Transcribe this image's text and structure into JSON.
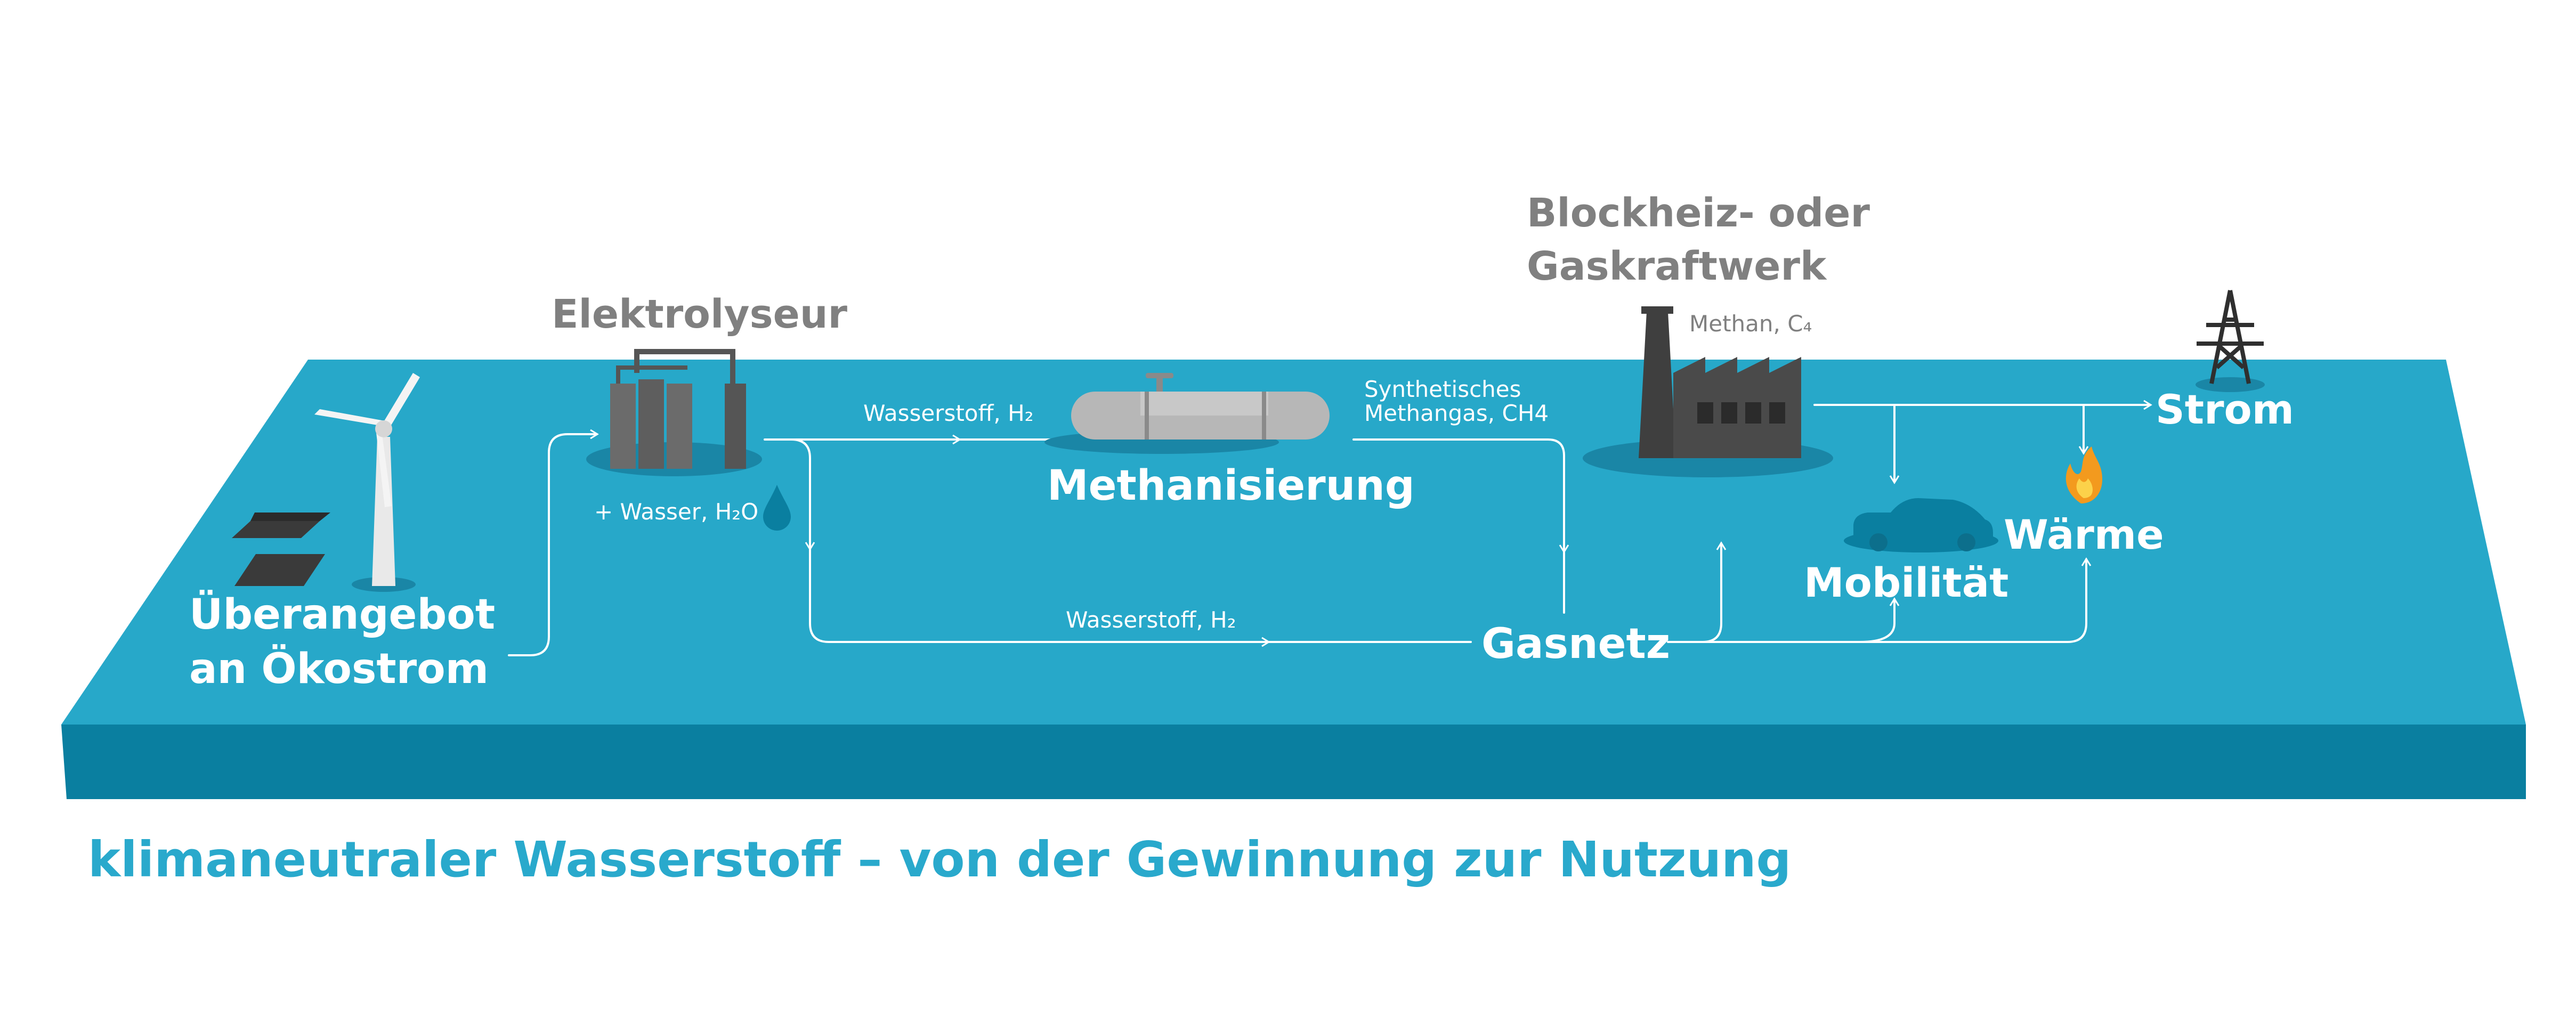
{
  "colors": {
    "platform_top": "#27a8c9",
    "platform_front": "#0a7fa0",
    "platform_shadow": "#0c6f8c",
    "device_gray": "#6b6b6b",
    "device_dark": "#4a4a4a",
    "label_gray": "#808080",
    "label_white": "#ffffff",
    "caption_blue": "#29a9cc",
    "flame_orange": "#f39a1e",
    "flame_yellow": "#fcd24a"
  },
  "nodes": {
    "source": {
      "line1": "Überangebot",
      "line2": "an Ökostrom"
    },
    "electrolyser": {
      "title": "Elektrolyseur",
      "input": "+ Wasser, H₂O"
    },
    "methanation": {
      "title": "Methanisierung"
    },
    "plant": {
      "title_line1": "Blockheiz- oder",
      "title_line2": "Gaskraftwerk",
      "sub": "Methan, C₄"
    },
    "grid": {
      "title": "Gasnetz"
    },
    "power": {
      "title": "Strom"
    },
    "heat": {
      "title": "Wärme"
    },
    "mobility": {
      "title": "Mobilität"
    }
  },
  "flows": {
    "hydrogen_to_methanation": "Wasserstoff, H₂",
    "synthetic_line1": "Synthetisches",
    "synthetic_line2": "Methangas, CH4",
    "hydrogen_to_grid": "Wasserstoff, H₂"
  },
  "icons": [
    "solar-panel-icon",
    "wind-turbine-icon",
    "electrolyser-icon",
    "water-drop-icon",
    "methanation-tank-icon",
    "power-plant-icon",
    "power-pylon-icon",
    "car-icon",
    "flame-icon"
  ],
  "caption": "klimaneutraler Wasserstoff – von der Gewinnung zur Nutzung"
}
